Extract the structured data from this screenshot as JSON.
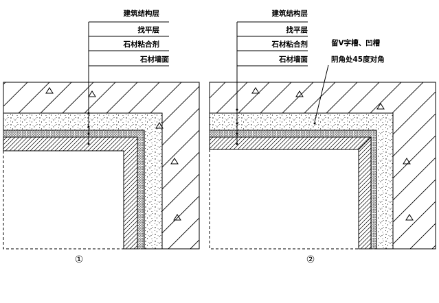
{
  "detail_1": {
    "callouts": [
      "建筑结构层",
      "找平层",
      "石材粘合剂",
      "石材墙面"
    ],
    "marker": "①"
  },
  "detail_2": {
    "callouts": [
      "建筑结构层",
      "找平层",
      "石材粘合剂",
      "石材墙面"
    ],
    "note_line_1": "留V字槽、凹槽",
    "note_line_2": "阴角处45度对角",
    "marker": "②"
  },
  "colors": {
    "line": "#000000",
    "background": "#ffffff"
  }
}
